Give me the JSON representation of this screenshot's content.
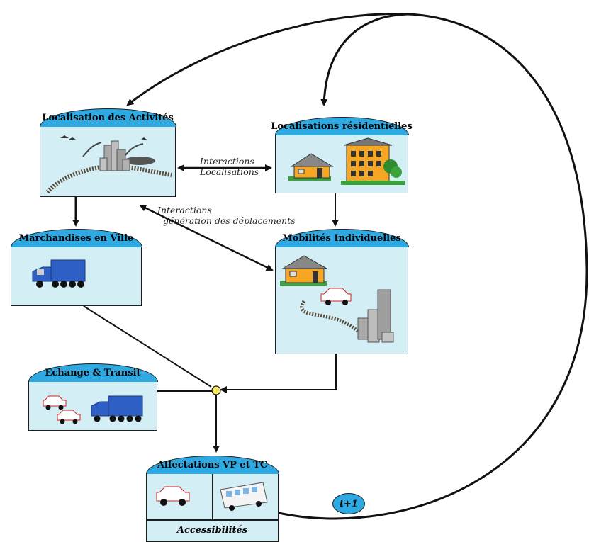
{
  "boxes": {
    "activites": "Localisation des Activités",
    "residentielles": "Localisations résidentielles",
    "marchandises": "Marchandises en Ville",
    "mobilites": "Mobilités Individuelles",
    "echange": "Echange & Transit",
    "affectations": "Affectations VP et TC"
  },
  "affectations_footer": "Accessibilités",
  "labels": {
    "interactions_loc_1": "Interactions",
    "interactions_loc_2": "Localisations",
    "interactions_gen_1": "Interactions",
    "interactions_gen_2": "génération des déplacements"
  },
  "time_step": "t+1",
  "colors": {
    "box_fill": "#d3eef5",
    "cap_fill": "#2ea9e2",
    "house": "#f5a623",
    "truck": "#2d5fc4",
    "junction": "#f5e663"
  }
}
